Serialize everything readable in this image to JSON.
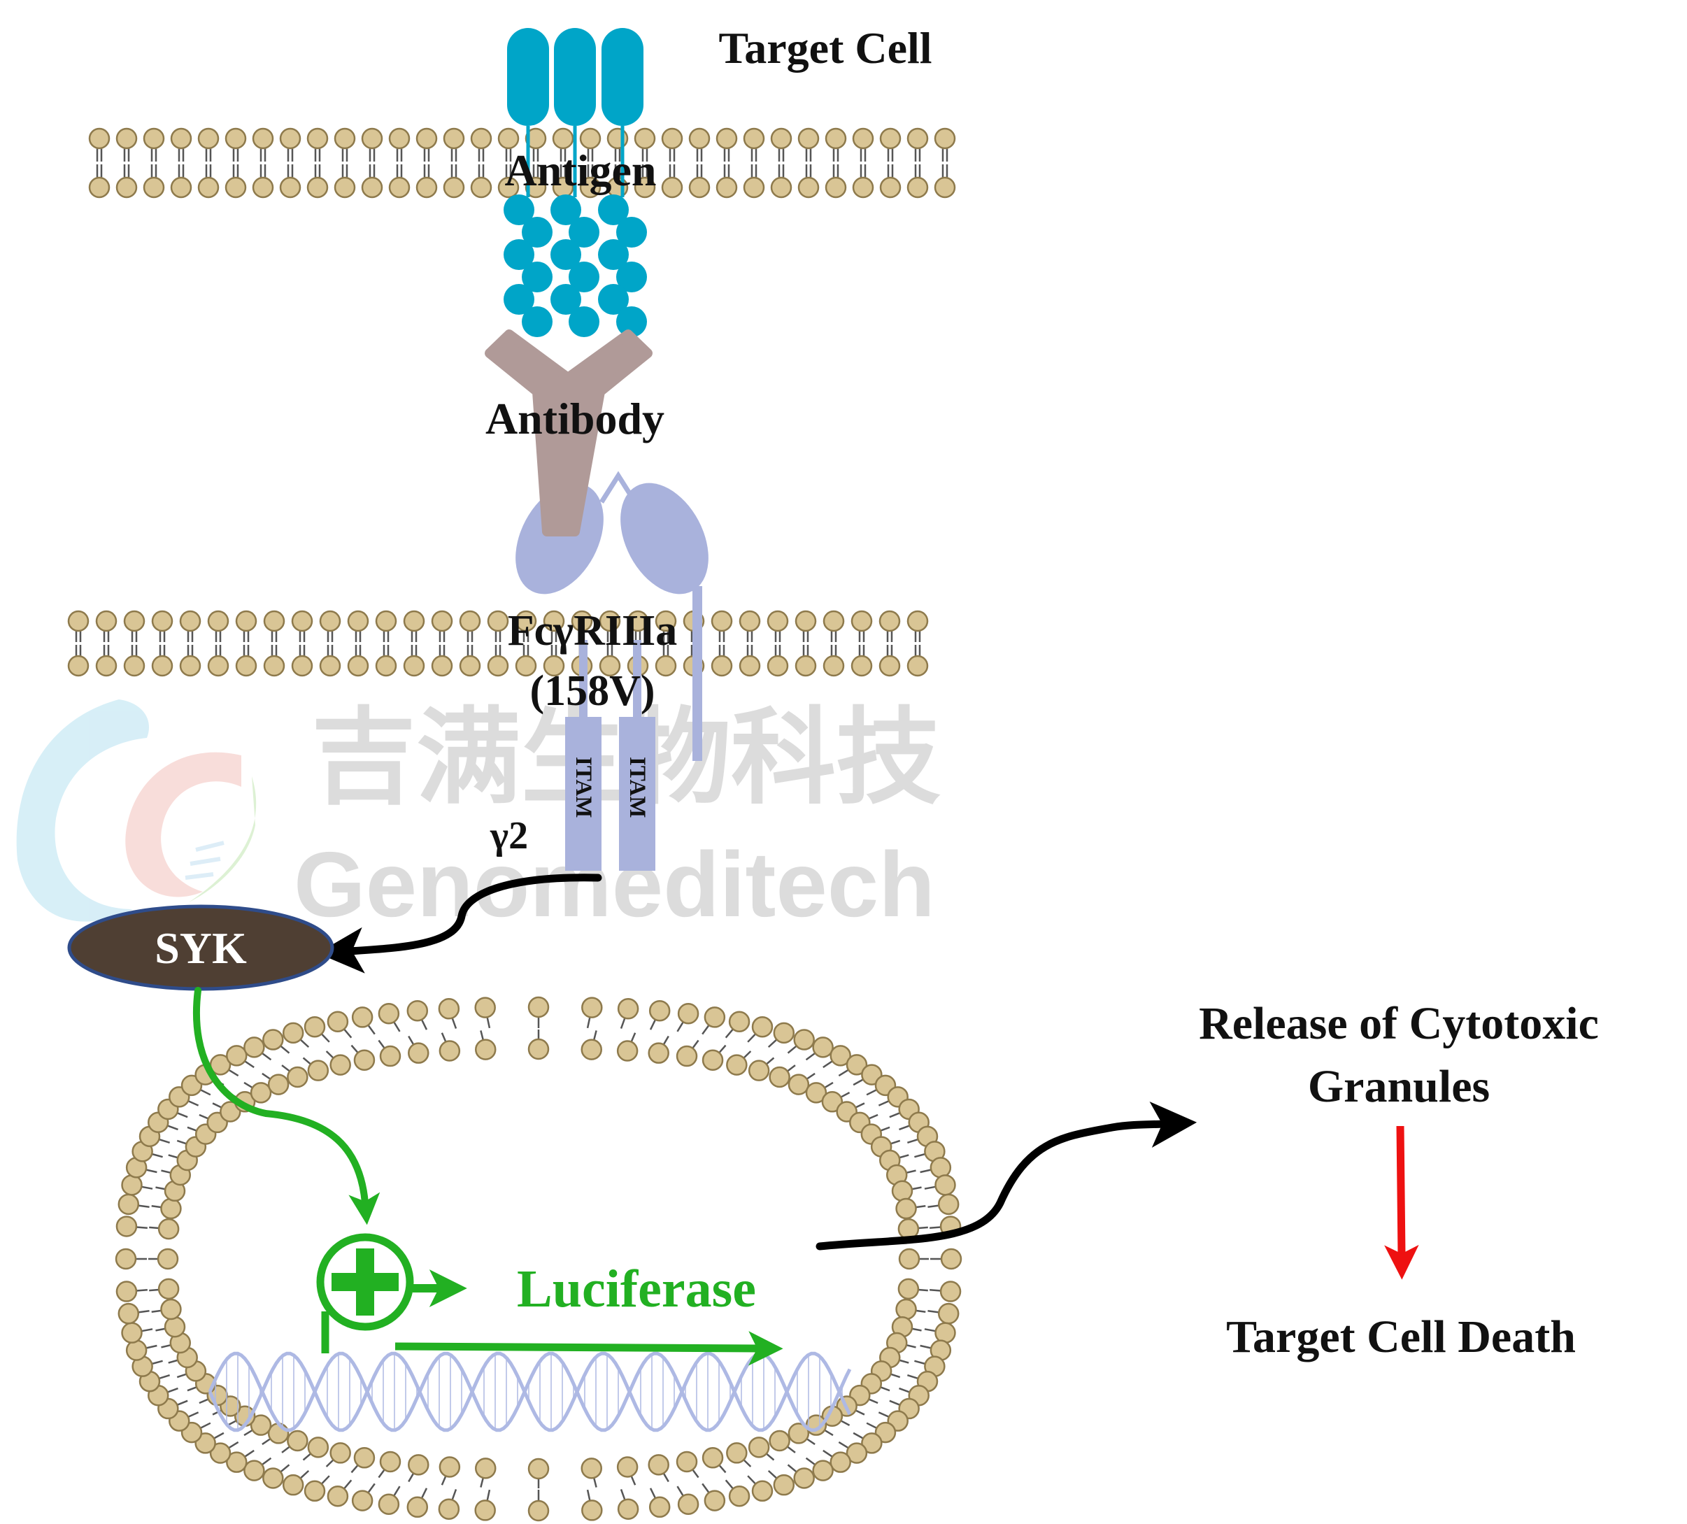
{
  "labels": {
    "target_cell": "Target Cell",
    "antigen": "Antigen",
    "antibody": "Antibody",
    "receptor_line1": "FcγRIIIa",
    "receptor_line2": "(158V)",
    "itam_1": "ITAM",
    "itam_2": "ITAM",
    "gamma2": "γ2",
    "syk": "SYK",
    "luciferase": "Luciferase",
    "release_line1": "Release of Cytotoxic",
    "release_line2": "Granules",
    "target_cell_death": "Target Cell Death"
  },
  "watermark": {
    "chinese": "吉满生物科技",
    "english": "Genomeditech"
  },
  "colors": {
    "antigen": "#00A5C8",
    "antibody": "#B09A98",
    "receptor": "#A9B2DC",
    "syk_fill": "#4F3F33",
    "syk_stroke": "#2F4C8A",
    "lipid_head": "#D9C595",
    "lipid_head_stroke": "#8E7A4C",
    "lipid_tail": "#555555",
    "green_signal": "#22B022",
    "dna": "#AEB9E4",
    "black_arrow": "#000000",
    "red_arrow": "#EE1111",
    "watermark_text": "#D7D7D7"
  }
}
